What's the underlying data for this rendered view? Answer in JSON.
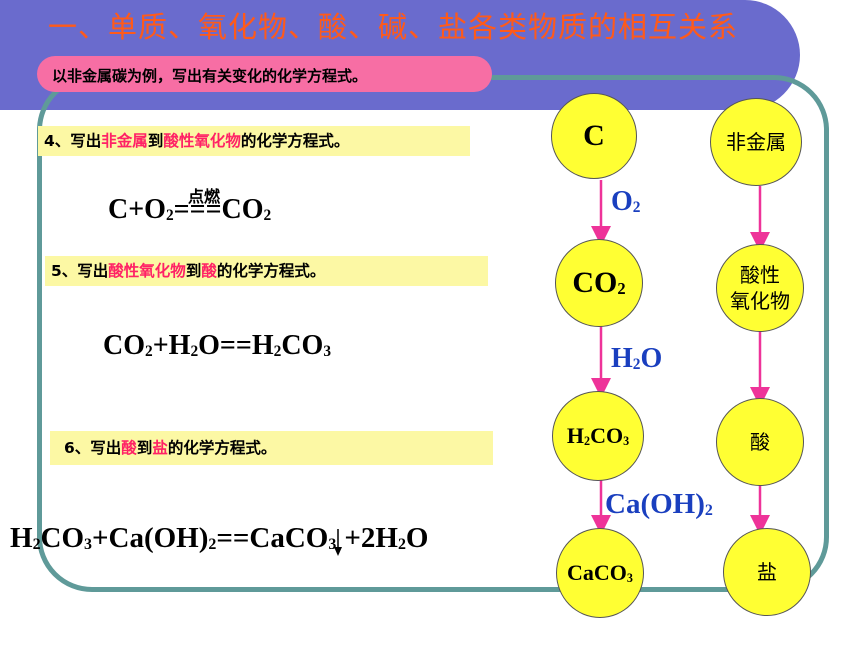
{
  "title": "一、单质、氧化物、酸、碱、盐各类物质的相互关系",
  "subtitle": "以非金属碳为例，写出有关变化的化学方程式。",
  "questions": [
    {
      "num": "4、写出",
      "a": "非金属",
      "mid": "到",
      "b": "酸性氧化物",
      "end": "的化学方程式。"
    },
    {
      "num": "5、写出",
      "a": "酸性氧化物",
      "mid": "到",
      "b": "酸",
      "end": "的化学方程式。"
    },
    {
      "num": "6、写出",
      "a": "酸",
      "mid": "到",
      "b": "盐",
      "end": "的化学方程式。"
    }
  ],
  "equations": {
    "eq1_condition": "点燃",
    "eq1_left": "C+O",
    "eq1_sub1": "2",
    "eq1_arrow": "===CO",
    "eq1_sub2": "2",
    "eq2": [
      "CO",
      "2",
      "+H",
      "2",
      "O==H",
      "2",
      "CO",
      "3"
    ],
    "eq3": [
      "H",
      "2",
      "CO",
      "3",
      "+Ca(OH)",
      "2",
      "==CaCO",
      "3",
      "+2H",
      "2",
      "O"
    ]
  },
  "chain": {
    "nodes": [
      {
        "main": "C",
        "sub": ""
      },
      {
        "main": "CO",
        "sub": "2"
      },
      {
        "main": "H",
        "sub": "2",
        "tail": "CO",
        "tail_sub": "3"
      },
      {
        "main": "CaCO",
        "sub": "3"
      }
    ],
    "reagents": [
      {
        "main": "O",
        "sub": "2"
      },
      {
        "main": "H",
        "sub": "2",
        "tail": "O"
      },
      {
        "main": "Ca(OH)",
        "sub": "2"
      }
    ]
  },
  "categories": [
    "非金属",
    "酸性\n氧化物",
    "酸",
    "盐"
  ],
  "categories_lines": {
    "c1": "非金属",
    "c2a": "酸性",
    "c2b": "氧化物",
    "c3": "酸",
    "c4": "盐"
  },
  "colors": {
    "banner": "#6a6bcd",
    "title": "#ff5a1a",
    "pill": "#f76ea4",
    "frame": "#5f9a99",
    "highlight": "#ff2266",
    "circle": "#ffff33",
    "arrow": "#ee3399",
    "reagent": "#1a3fbf",
    "question_bg": "#fcf8a4"
  }
}
